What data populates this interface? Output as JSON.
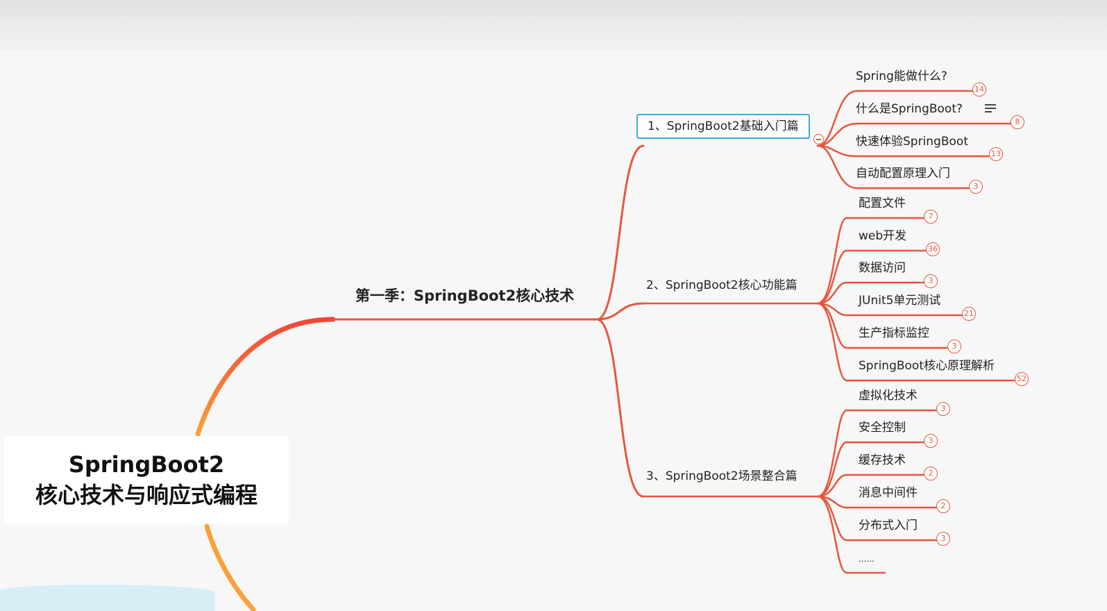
{
  "root": {
    "line1": "SpringBoot2",
    "line2": "核心技术与响应式编程"
  },
  "center": {
    "title": "第一季：SpringBoot2核心技术"
  },
  "colors": {
    "line": "#e8553d",
    "selection": "#3ea8e0"
  },
  "branches": [
    {
      "label": "1、SpringBoot2基础入门篇",
      "selected": true,
      "children": [
        {
          "label": "Spring能做什么?",
          "count": "14"
        },
        {
          "label": "什么是SpringBoot?",
          "count": "8",
          "note_icon": "note-lines-icon"
        },
        {
          "label": "快速体验SpringBoot",
          "count": "13"
        },
        {
          "label": "自动配置原理入门",
          "count": "3"
        }
      ]
    },
    {
      "label": "2、SpringBoot2核心功能篇",
      "children": [
        {
          "label": "配置文件",
          "count": "7"
        },
        {
          "label": "web开发",
          "count": "36"
        },
        {
          "label": "数据访问",
          "count": "3"
        },
        {
          "label": "JUnit5单元测试",
          "count": "21"
        },
        {
          "label": "生产指标监控",
          "count": "3"
        },
        {
          "label": "SpringBoot核心原理解析",
          "count": "52"
        }
      ]
    },
    {
      "label": "3、SpringBoot2场景整合篇",
      "children": [
        {
          "label": "虚拟化技术",
          "count": "3"
        },
        {
          "label": "安全控制",
          "count": "3"
        },
        {
          "label": "缓存技术",
          "count": "2"
        },
        {
          "label": "消息中间件",
          "count": "2"
        },
        {
          "label": "分布式入门",
          "count": "3"
        },
        {
          "label": "......"
        }
      ]
    }
  ]
}
